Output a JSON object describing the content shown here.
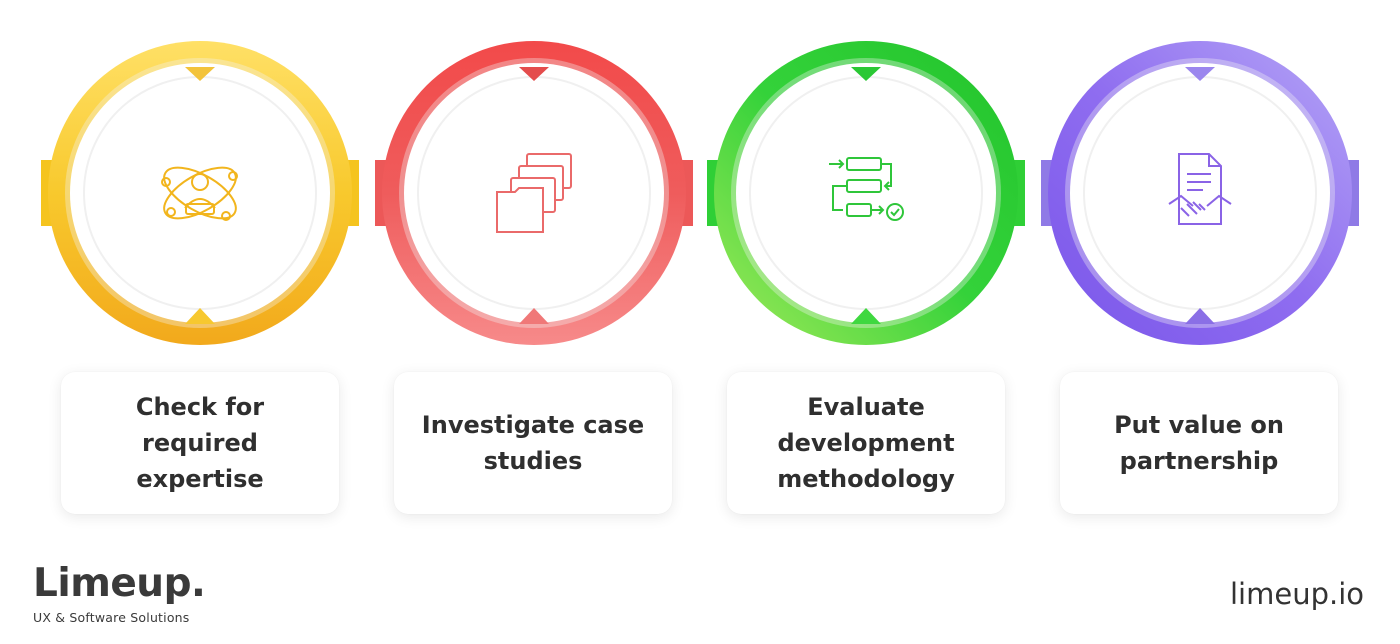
{
  "steps": [
    {
      "label": "Check for required expertise",
      "icon": "atom-person-icon",
      "color": "#f6c12a",
      "color_light": "#ffd84a",
      "color_dark": "#f2a91c"
    },
    {
      "label": "Investigate case studies",
      "icon": "folders-icon",
      "color": "#ef5c5c",
      "color_light": "#f78a8a",
      "color_dark": "#ea4a4a"
    },
    {
      "label": "Evaluate development methodology",
      "icon": "flowchart-icon",
      "color": "#34d23a",
      "color_light": "#8ee85c",
      "color_dark": "#22c42c"
    },
    {
      "label": "Put value on partnership",
      "icon": "contract-handshake-icon",
      "color": "#8f6df0",
      "color_light": "#a98cf5",
      "color_dark": "#7a56ea"
    }
  ],
  "brand": {
    "name": "Limeup.",
    "tagline": "UX & Software Solutions"
  },
  "website": "limeup.io"
}
